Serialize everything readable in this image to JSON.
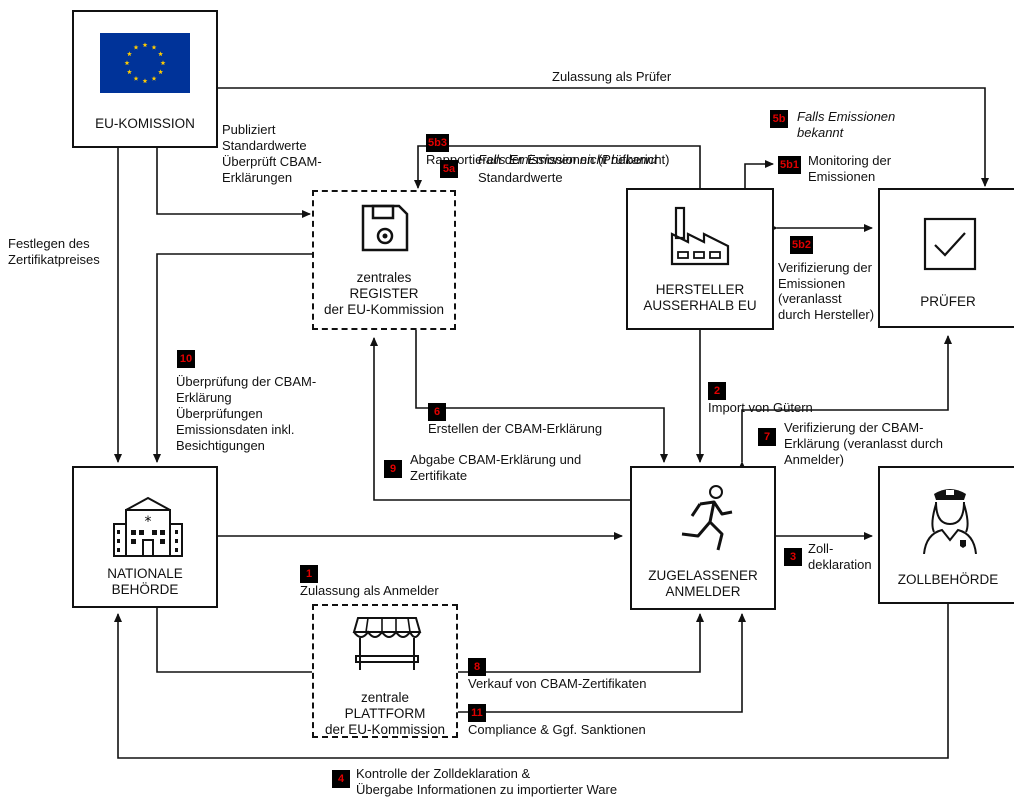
{
  "nodes": {
    "eu": "EU-KOMISSION",
    "register": "zentrales\nREGISTER\nder EU-Kommission",
    "hersteller": "HERSTELLER\nAUSSERHALB EU",
    "pruefer": "PRÜFER",
    "nationale": "NATIONALE\nBEHÖRDE",
    "plattform": "zentrale\nPLATTFORM\nder EU-Kommission",
    "anmelder": "ZUGELASSENER\nANMELDER",
    "zoll": "ZOLLBEHÖRDE"
  },
  "edges": {
    "zulassung_pruefer": "Zulassung als Prüfer",
    "publiziert": "Publiziert\nStandardwerte\nÜberprüft CBAM-\nErklärungen",
    "festlegen": "Festlegen des\nZertifikatpreises",
    "e5b3": {
      "badge": "5b3",
      "text": "Rapportieren der Emissionen (Prüfbericht)"
    },
    "e5a": {
      "badge": "5a",
      "text_italic": "Falls Emissionen nicht bekannt",
      "text": "Standardwerte"
    },
    "e5b": {
      "badge": "5b",
      "text_italic": "Falls Emissionen\nbekannt"
    },
    "e5b1": {
      "badge": "5b1",
      "text": "Monitoring der\nEmissionen"
    },
    "e5b2": {
      "badge": "5b2",
      "text": "Verifizierung der\nEmissionen\n(veranlasst\ndurch Hersteller)"
    },
    "e10": {
      "badge": "10",
      "text": "Überprüfung der CBAM-\nErklärung\nÜberprüfungen\nEmissionsdaten inkl.\nBesichtigungen"
    },
    "e6": {
      "badge": "6",
      "text": "Erstellen der CBAM-Erklärung"
    },
    "e2": {
      "badge": "2",
      "text": "Import von Gütern"
    },
    "e7": {
      "badge": "7",
      "text": "Verifizierung der CBAM-\nErklärung (veranlasst durch\nAnmelder)"
    },
    "e9": {
      "badge": "9",
      "text": "Abgabe CBAM-Erklärung und\nZertifikate"
    },
    "e1": {
      "badge": "1",
      "text": "Zulassung als Anmelder"
    },
    "e3": {
      "badge": "3",
      "text": "Zoll-\ndeklaration"
    },
    "e8": {
      "badge": "8",
      "text": "Verkauf von CBAM-Zertifikaten"
    },
    "e11": {
      "badge": "11",
      "text": "Compliance & Ggf. Sanktionen"
    },
    "e4": {
      "badge": "4",
      "text": "Kontrolle der Zolldeklaration &\nÜbergabe Informationen zu importierter Ware"
    }
  },
  "colors": {
    "badge_bg": "#000000",
    "badge_text": "#e00000",
    "eu_blue": "#003399",
    "eu_star": "#ffcc00"
  },
  "icons": [
    "eu-flag-icon",
    "floppy-disk-icon",
    "factory-icon",
    "checkmark-icon",
    "government-building-icon",
    "running-person-icon",
    "police-officer-icon",
    "market-stall-icon"
  ]
}
